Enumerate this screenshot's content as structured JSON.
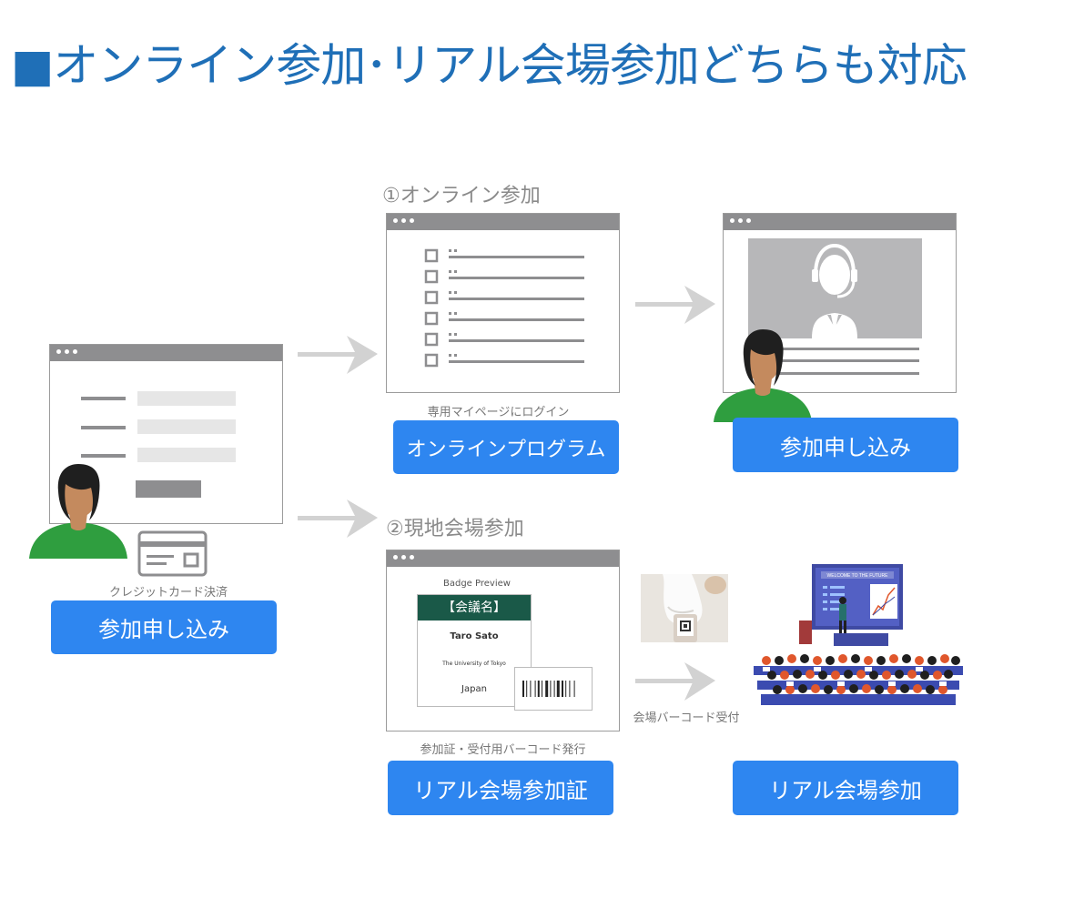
{
  "title": "■オンライン参加･リアル会場参加どちらも対応",
  "online": {
    "label": "①オンライン参加",
    "mypage_caption": "専用マイページにログイン",
    "program_button": "オンラインプログラム",
    "apply_button": "参加申し込み"
  },
  "left": {
    "payment_caption": "クレジットカード決済",
    "apply_button": "参加申し込み"
  },
  "venue": {
    "label": "②現地会場参加",
    "badge": {
      "preview_label": "Badge Preview",
      "header": "【会議名】",
      "name": "Taro Sato",
      "org": "The University of Tokyo",
      "country": "Japan"
    },
    "badge_caption": "参加証・受付用バーコード発行",
    "barcode_caption": "会場バーコード受付",
    "pass_button": "リアル会場参加証",
    "attend_button": "リアル会場参加",
    "stage_banner": "WELCOME TO THE FUTURE"
  },
  "colors": {
    "title": "#1f6fb7",
    "button": "#2e86f0",
    "badge_header": "#1a5948",
    "person_shirt": "#2f9e3f",
    "window_bar": "#8e8e90",
    "arrow": "#d2d2d2"
  },
  "icons": [
    "browser-window",
    "person-avatar",
    "credit-card-icon",
    "checklist-icon",
    "operator-headset-icon",
    "arrow-right-icon",
    "barcode-icon",
    "audience-presentation-illustration"
  ]
}
